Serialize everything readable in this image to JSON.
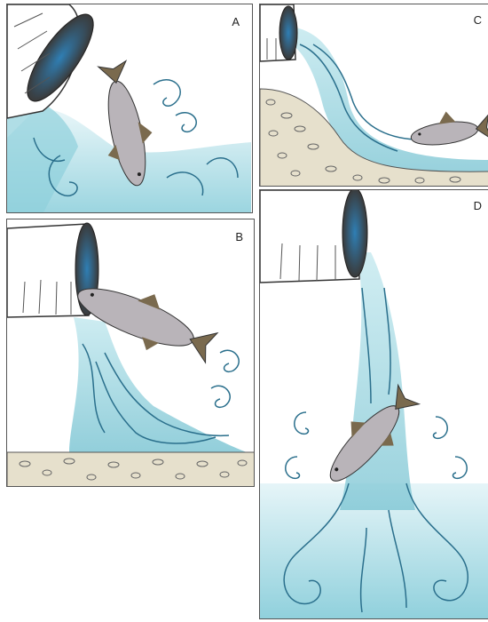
{
  "panels": {
    "a": {
      "label": "A"
    },
    "b": {
      "label": "B"
    },
    "c": {
      "label": "C"
    },
    "d": {
      "label": "D"
    }
  },
  "colors": {
    "water": "#8fd0dc",
    "water_light": "#d6eff3",
    "swirl": "#2a6f8c",
    "pipe": "#ffffff",
    "pipe_opening": "#3a3a3a",
    "fish_body": "#b9b4b9",
    "fin": "#7a6a4e",
    "gravel": "#e6e0cc"
  },
  "icons": [
    "culvert-pipe-icon",
    "fish-icon",
    "water-swirl-icon",
    "gravel-bed-icon"
  ]
}
